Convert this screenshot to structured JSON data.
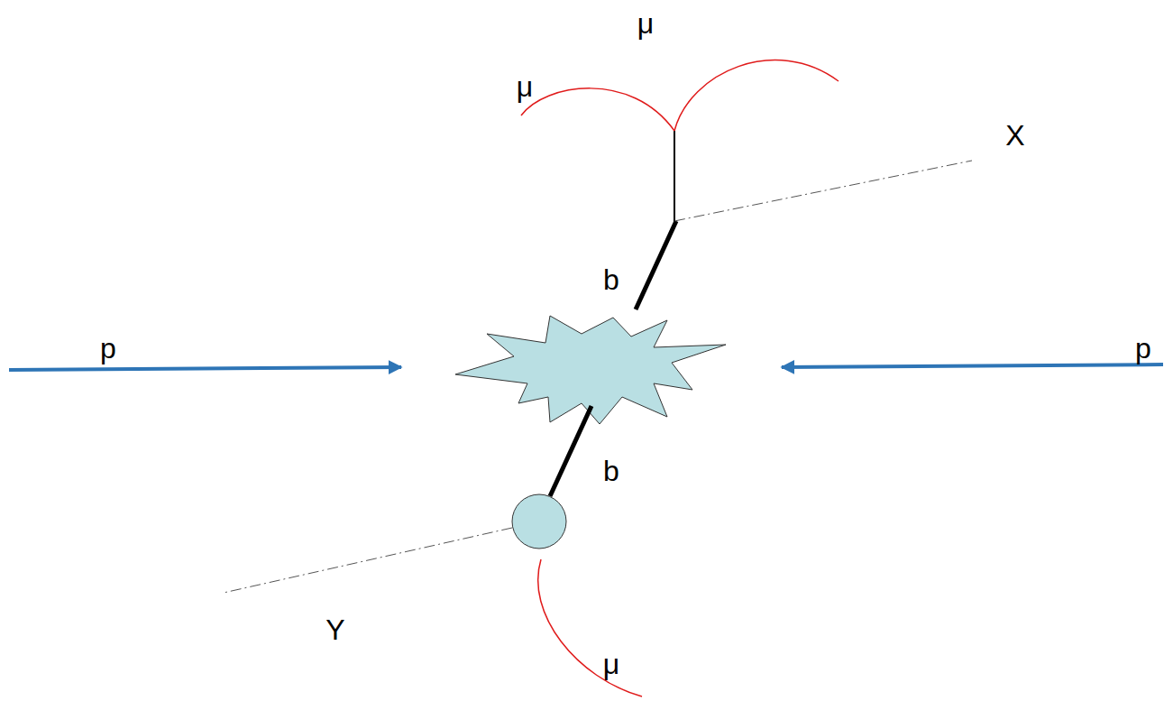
{
  "diagram": {
    "labels": [
      "μ",
      "μ",
      "X",
      "b",
      "p",
      "p",
      "b",
      "Y",
      "μ"
    ]
  }
}
